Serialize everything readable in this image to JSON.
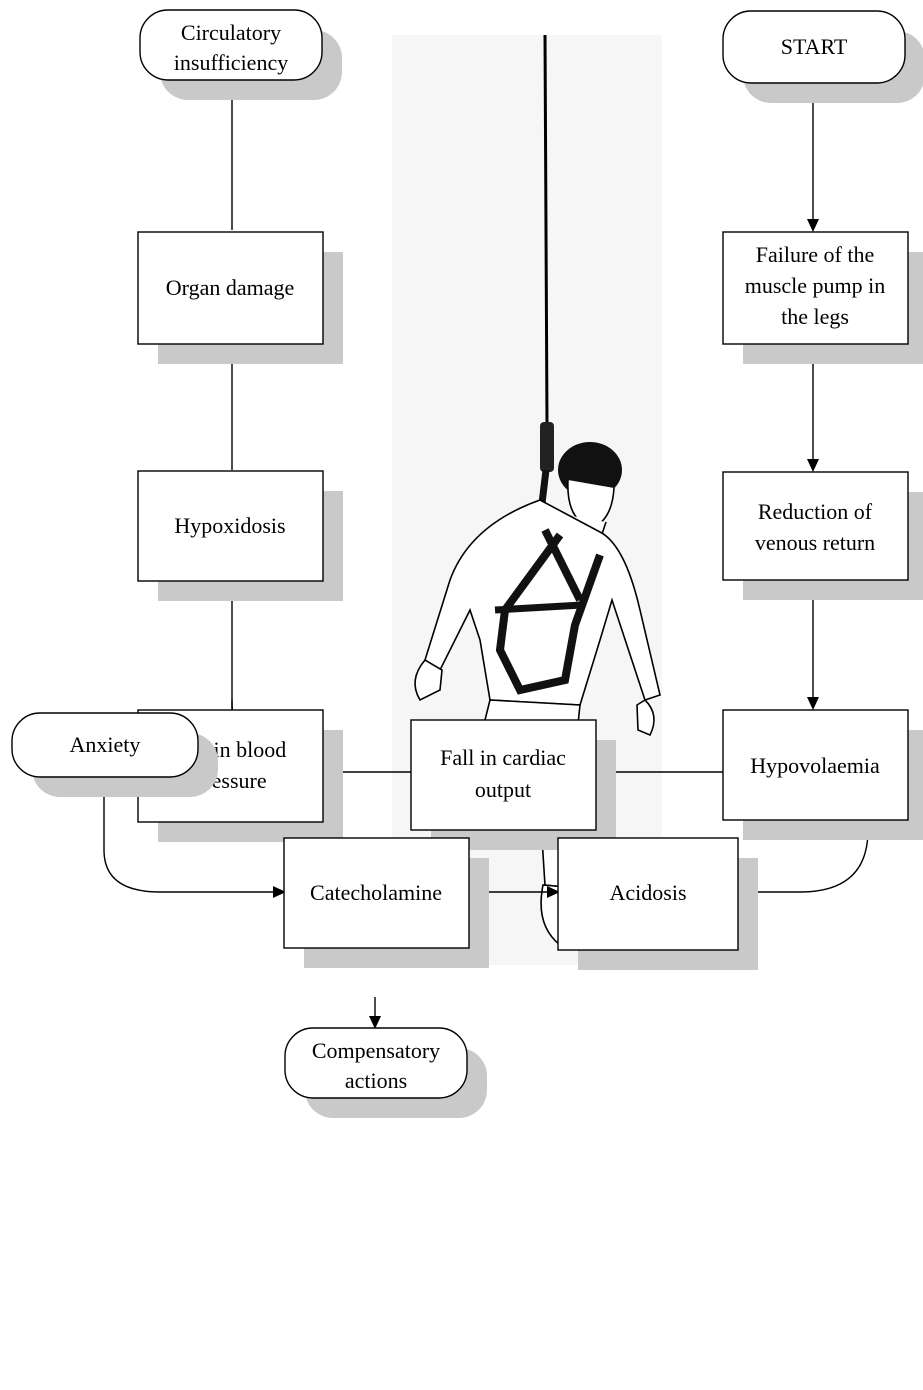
{
  "nodes": {
    "circulatory": {
      "label": [
        "Circulatory",
        "insufficiency"
      ]
    },
    "start": {
      "label": [
        "START"
      ]
    },
    "organ_damage": {
      "label": [
        "Organ damage"
      ]
    },
    "failure_pump": {
      "label": [
        "Failure of the",
        "muscle pump in",
        "the legs"
      ]
    },
    "hypoxidosis": {
      "label": [
        "Hypoxidosis"
      ]
    },
    "reduction_venous": {
      "label": [
        "Reduction of",
        "venous return"
      ]
    },
    "fall_bp": {
      "label": [
        "Fall in blood",
        "pressure"
      ]
    },
    "hypovolaemia": {
      "label": [
        "Hypovolaemia"
      ]
    },
    "anxiety": {
      "label": [
        "Anxiety"
      ]
    },
    "fall_cardiac": {
      "label": [
        "Fall in cardiac",
        "output"
      ]
    },
    "catecholamine": {
      "label": [
        "Catecholamine"
      ]
    },
    "acidosis": {
      "label": [
        "Acidosis"
      ]
    },
    "compensatory": {
      "label": [
        "Compensatory",
        "actions"
      ]
    }
  },
  "colors": {
    "stroke": "#000000",
    "shadow": "#c9c9c9",
    "background": "#ffffff"
  },
  "illustration": {
    "icon": "suspended-person-in-harness-icon"
  }
}
